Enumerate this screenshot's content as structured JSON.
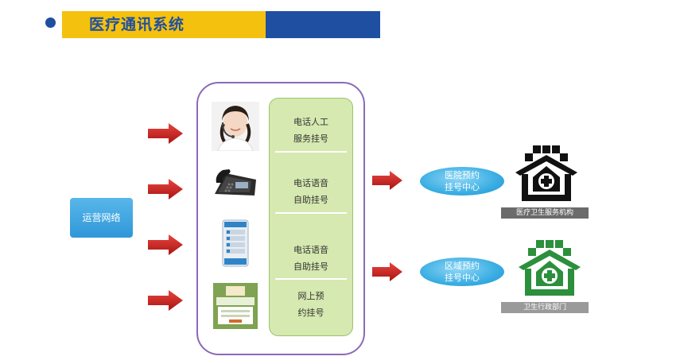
{
  "title": "医疗通讯系统",
  "network_label": "运营网络",
  "services": [
    {
      "line1": "电话人工",
      "line2": "服务挂号"
    },
    {
      "line1": "电话语音",
      "line2": "自助挂号"
    },
    {
      "line1": "电话语音",
      "line2": "自助挂号"
    },
    {
      "line1": "网上预",
      "line2": "约挂号"
    }
  ],
  "channels": [
    "operator-headset-icon",
    "desk-phone-icon",
    "mobile-app-icon",
    "web-portal-icon"
  ],
  "centers": [
    {
      "line1": "医院预约",
      "line2": "挂号中心",
      "org_label": "医疗卫生服务机构",
      "icon": "black-hospital-building-icon"
    },
    {
      "line1": "区域预约",
      "line2": "挂号中心",
      "org_label": "卫生行政部门",
      "icon": "green-health-building-icon"
    }
  ],
  "colors": {
    "title_yellow": "#f4c10f",
    "title_blue": "#1f4fa0",
    "arrow_red": "#c8201e",
    "frame_purple": "#8a6bb8",
    "panel_green": "#d6e9b0",
    "center_blue": "#3aaee3",
    "building_dark": "#111111",
    "building_green": "#2c8f3c"
  }
}
